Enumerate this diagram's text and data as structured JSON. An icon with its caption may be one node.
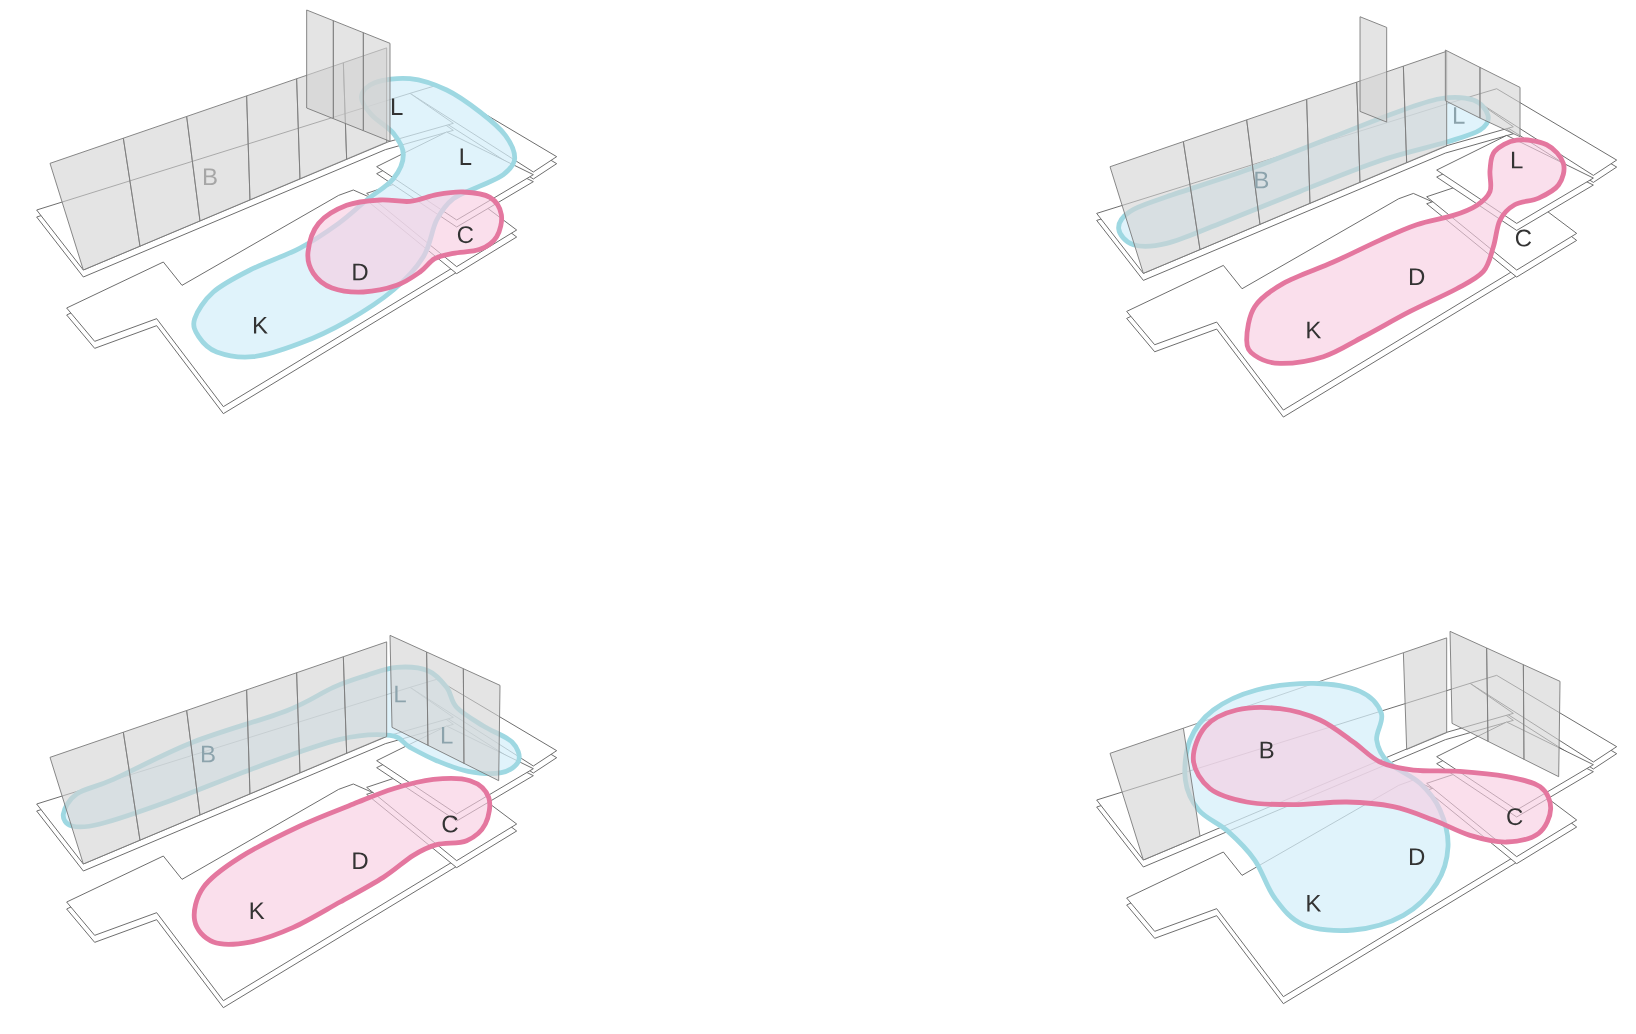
{
  "diagram": {
    "labels": [
      "B",
      "L",
      "L",
      "C",
      "D",
      "K",
      "B",
      "L",
      "L",
      "C",
      "D",
      "K",
      "B",
      "L",
      "L",
      "C",
      "D",
      "K",
      "B",
      "C",
      "D",
      "K"
    ]
  }
}
